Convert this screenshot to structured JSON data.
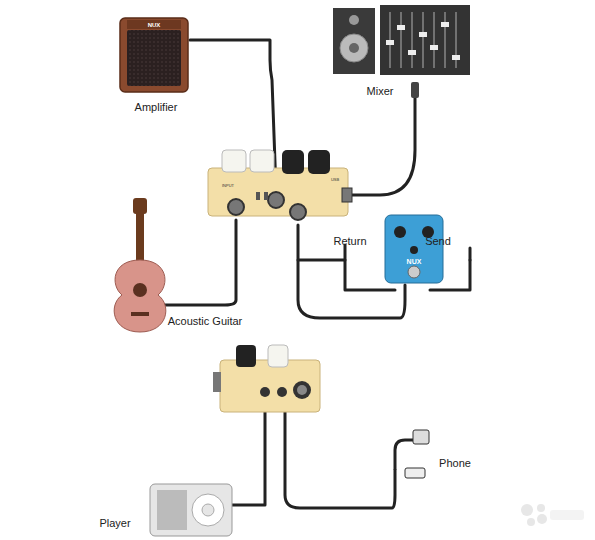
{
  "diagram": {
    "labels": [
      "Amplifier",
      "Mixer",
      "Acoustic Guitar",
      "Return",
      "Send",
      "NUX",
      "NUX",
      "INPUT",
      "USB",
      "Phone",
      "Player"
    ]
  }
}
